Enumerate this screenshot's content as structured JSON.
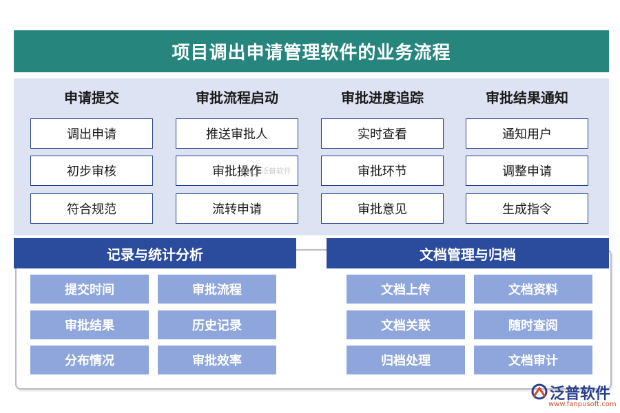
{
  "title": "项目调出申请管理软件的业务流程",
  "columns": [
    {
      "heading": "申请提交",
      "items": [
        "调出申请",
        "初步审核",
        "符合规范"
      ]
    },
    {
      "heading": "审批流程启动",
      "items": [
        "推送审批人",
        "审批操作",
        "流转申请"
      ]
    },
    {
      "heading": "审批进度追踪",
      "items": [
        "实时查看",
        "审批环节",
        "审批意见"
      ]
    },
    {
      "heading": "审批结果通知",
      "items": [
        "通知用户",
        "调整申请",
        "生成指令"
      ]
    }
  ],
  "sections": [
    {
      "heading": "记录与统计分析",
      "items": [
        "提交时间",
        "审批流程",
        "审批结果",
        "历史记录",
        "分布情况",
        "审批效率"
      ]
    },
    {
      "heading": "文档管理与归档",
      "items": [
        "文档上传",
        "文档资料",
        "文档关联",
        "随时查阅",
        "归档处理",
        "文档审计"
      ]
    }
  ],
  "watermark": {
    "text": "泛普软件"
  },
  "brand": {
    "name": "泛普软件",
    "url": "www.fanpusoft.com"
  },
  "colors": {
    "title_bg": "#26867e",
    "panel_bg": "#dde3f3",
    "section_head": "#2b4b9c",
    "tile": "#8fa6dd",
    "box_border": "#1f3f8f"
  }
}
